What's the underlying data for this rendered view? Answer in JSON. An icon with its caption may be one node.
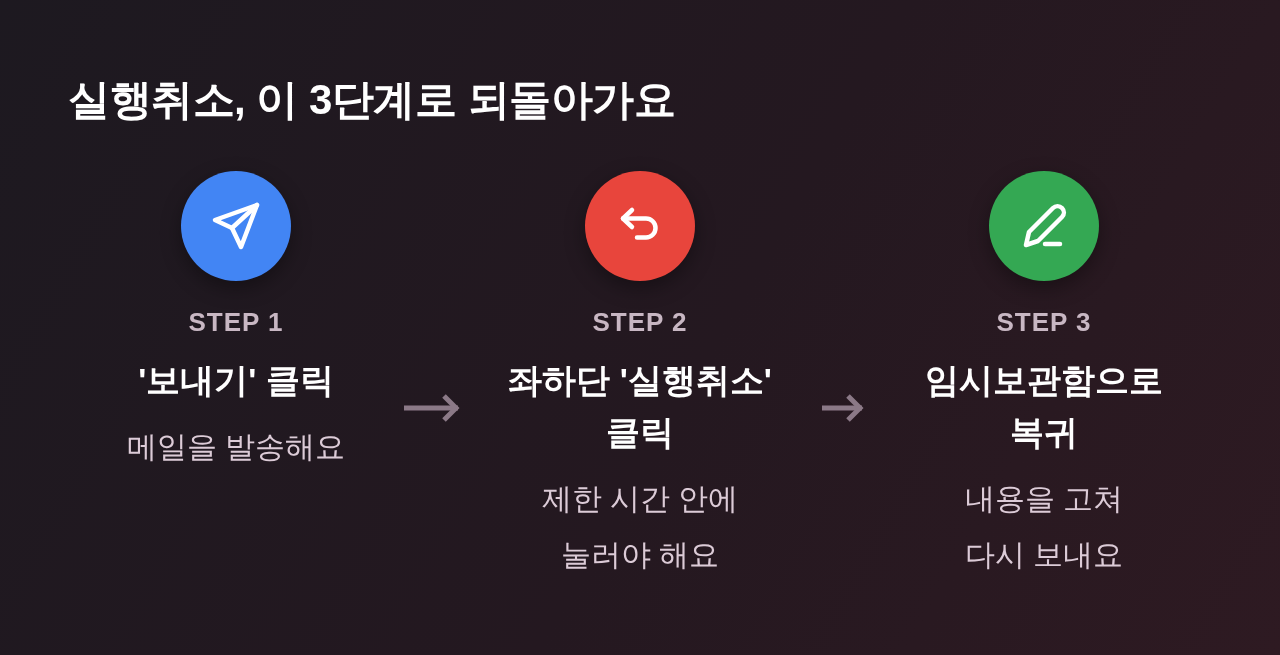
{
  "diagram": {
    "title": "실행취소, 이 3단계로 되돌아가요",
    "nodes": [
      {
        "text": [
          "STEP 1",
          "'보내기' 클릭",
          "메일을 발송해요"
        ]
      },
      {
        "text": [
          "STEP 2",
          "좌하단 '실행취소' 클릭",
          "제한 시간 안에 눌러야 해요"
        ]
      },
      {
        "text": [
          "STEP 3",
          "임시보관함으로 복귀",
          "내용을 고쳐 다시 보내요"
        ]
      }
    ],
    "edges": [
      {
        "from": 0,
        "to": 1,
        "arrow": "to"
      },
      {
        "from": 1,
        "to": 2,
        "arrow": "to"
      }
    ]
  }
}
